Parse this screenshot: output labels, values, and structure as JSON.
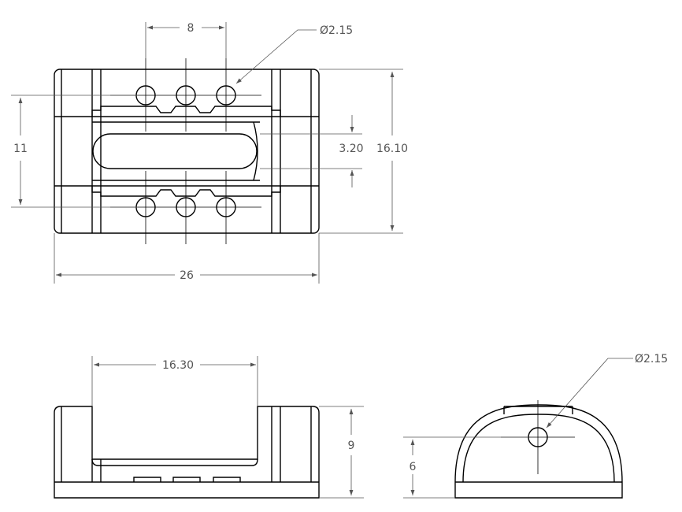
{
  "drawing": {
    "top_view": {
      "hole_spacing": "8",
      "hole_diameter": "Ø2.15",
      "slot_width": "3.20",
      "overall_height": "16.10",
      "hole_row_distance": "11",
      "overall_length": "26"
    },
    "front_view": {
      "inner_width": "16.30",
      "height": "9"
    },
    "side_view": {
      "hole_diameter": "Ø2.15",
      "hole_height": "6"
    }
  }
}
